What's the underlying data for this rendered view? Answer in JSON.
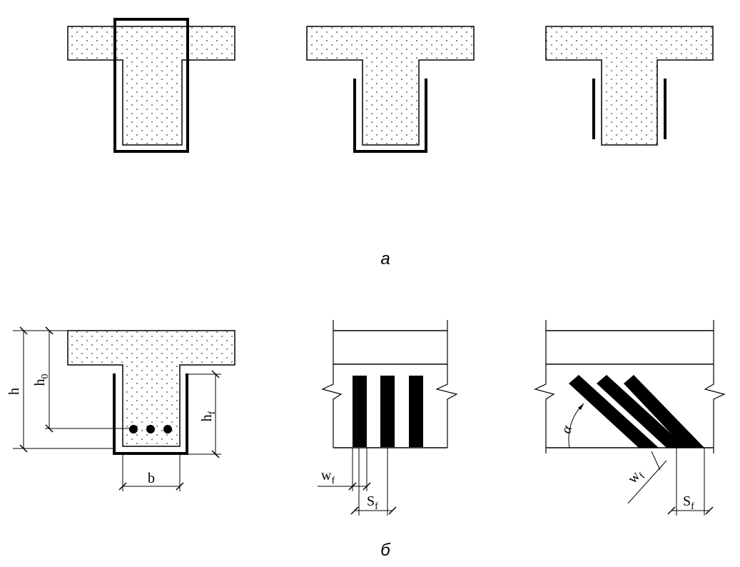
{
  "figure": {
    "caption_top": "а",
    "caption_bottom": "б"
  },
  "dimension_labels": {
    "h": "h",
    "h0": {
      "main": "h",
      "sub": "0"
    },
    "hf": {
      "main": "h",
      "sub": "f"
    },
    "b": "b",
    "wf_vertical": {
      "main": "w",
      "sub": "f"
    },
    "sf_vertical": {
      "main": "S",
      "sub": "f"
    },
    "alpha": "α",
    "wf_inclined": {
      "main": "w",
      "sub": "f"
    },
    "sf_inclined": {
      "main": "S",
      "sub": "f"
    }
  },
  "colors": {
    "line": "#000000",
    "concrete_fill": "#fdfdfd",
    "dot": "#222222"
  }
}
